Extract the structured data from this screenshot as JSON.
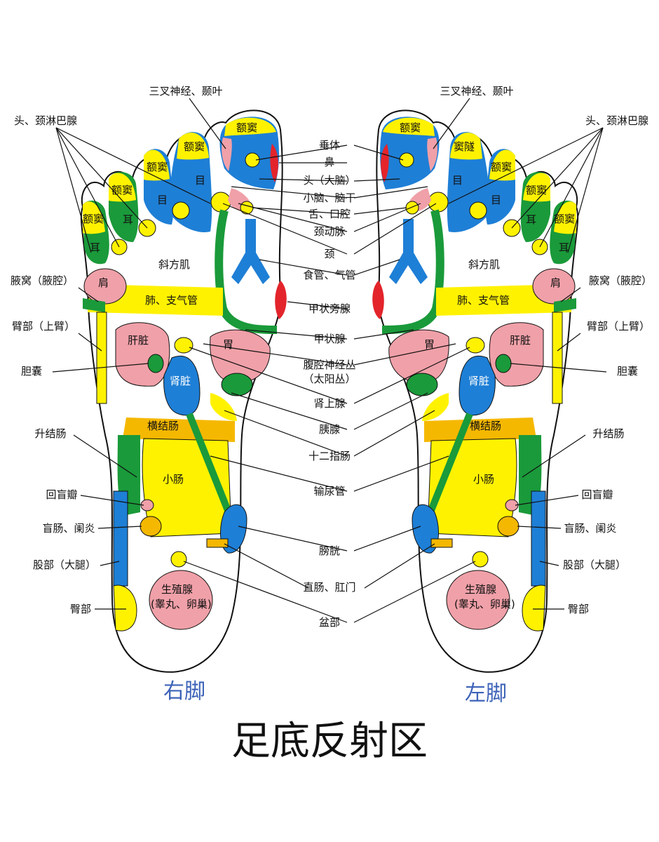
{
  "title": "足底反射区",
  "feet": {
    "right": "右脚",
    "left": "左脚"
  },
  "center_labels": [
    "垂体",
    "鼻",
    "头（大脑）",
    "小脑、脑干",
    "舌、口腔",
    "颈动脉",
    "颈",
    "食管、气管",
    "甲状旁腺",
    "甲状腺",
    "腹腔神经丛",
    "（太阳丛）",
    "肾上腺",
    "胰腺",
    "十二指肠",
    "输尿管",
    "膀胱",
    "直肠、肛门",
    "盆部"
  ],
  "side_labels": {
    "top_left": "三叉神经、颞叶",
    "top_right": "三叉神经、颞叶",
    "lymph_left": "头、颈淋巴腺",
    "lymph_right": "头、颈淋巴腺",
    "left_col": [
      "腋窝（腋腔）",
      "臂部（上臂）",
      "胆囊",
      "升结肠",
      "回盲瓣",
      "盲肠、阑炎",
      "股部（大腿）",
      "臀部"
    ],
    "right_col": [
      "腋窝（腋腔）",
      "臂部（上臂）",
      "胆囊",
      "升结肠",
      "回盲瓣",
      "盲肠、阑炎",
      "股部（大腿）",
      "臀部"
    ]
  },
  "zone_labels": {
    "right_foot": {
      "toe_big": "额窦",
      "toe2": "额窦",
      "toe3": "额窦",
      "toe4": "额窦",
      "toe5": "额窦",
      "eye1": "目",
      "eye2": "目",
      "ear1": "耳",
      "ear2": "耳",
      "trapezius": "斜方肌",
      "shoulder": "肩",
      "lung": "肺、支气管",
      "liver": "肝脏",
      "stomach": "胃",
      "kidney": "肾脏",
      "transverse_colon": "横结肠",
      "small_intestine": "小肠",
      "gonad1": "生殖腺",
      "gonad2": "(睾丸、卵巢)"
    },
    "left_foot": {
      "toe_big": "额窦",
      "toe2": "窦隧",
      "toe3": "额窦",
      "toe4": "额窦",
      "toe5": "额窦",
      "eye1": "目",
      "eye2": "目",
      "ear1": "耳",
      "ear2": "耳",
      "trapezius": "斜方肌",
      "shoulder": "肩",
      "lung": "肺、支气管",
      "heart": "肝脏",
      "stomach": "胃",
      "kidney": "肾脏",
      "transverse_colon": "横结肠",
      "small_intestine": "小肠",
      "gonad1": "生殖腺",
      "gonad2": "(睾丸、卵巢)"
    }
  },
  "colors": {
    "blue": "#1e7fd6",
    "yellow": "#fff200",
    "green": "#1a9a3a",
    "pink": "#f0a0a8",
    "red": "#e3242b",
    "orange": "#f5b800",
    "outline": "#111111"
  }
}
